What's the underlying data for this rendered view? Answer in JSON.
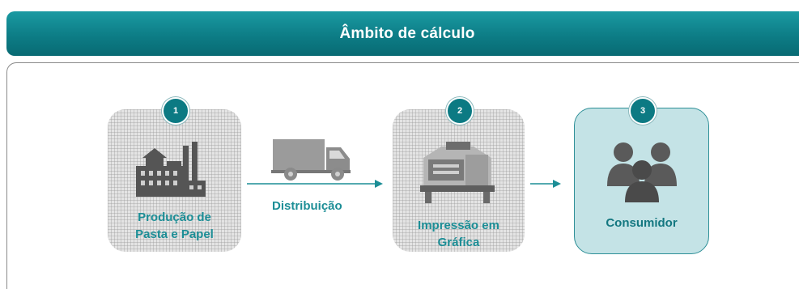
{
  "header": {
    "title": "Âmbito de cálculo"
  },
  "stages": [
    {
      "number": "1",
      "label": "Produção de\nPasta e Papel",
      "icon": "factory-icon"
    },
    {
      "number": "2",
      "label": "Impressão em\nGráfica",
      "icon": "printing-press-icon"
    },
    {
      "number": "3",
      "label": "Consumidor",
      "icon": "people-icon"
    }
  ],
  "distribution": {
    "label": "Distribuição",
    "icon": "truck-icon"
  },
  "colors": {
    "header": "#0d7d86",
    "accent_text": "#1c8e96",
    "badge": "#0c7a83",
    "consumer_fill": "#c4e3e6",
    "icon_gray": "#555555"
  }
}
